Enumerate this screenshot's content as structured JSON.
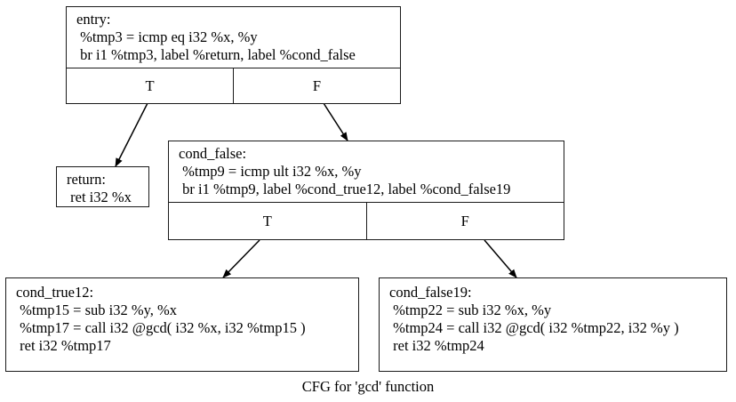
{
  "graph": {
    "caption": "CFG for 'gcd' function",
    "nodes": {
      "entry": {
        "lines": [
          "entry:",
          " %tmp3 = icmp eq i32 %x, %y",
          " br i1 %tmp3, label %return, label %cond_false"
        ],
        "ports": [
          "T",
          "F"
        ]
      },
      "return": {
        "lines": [
          "return:",
          " ret i32 %x"
        ],
        "ports": []
      },
      "cond_false": {
        "lines": [
          "cond_false:",
          " %tmp9 = icmp ult i32 %x, %y",
          " br i1 %tmp9, label %cond_true12, label %cond_false19"
        ],
        "ports": [
          "T",
          "F"
        ]
      },
      "cond_true12": {
        "lines": [
          "cond_true12:",
          " %tmp15 = sub i32 %y, %x",
          " %tmp17 = call i32 @gcd( i32 %x, i32 %tmp15 )",
          " ret i32 %tmp17"
        ],
        "ports": []
      },
      "cond_false19": {
        "lines": [
          "cond_false19:",
          " %tmp22 = sub i32 %x, %y",
          " %tmp24 = call i32 @gcd( i32 %tmp22, i32 %y )",
          " ret i32 %tmp24"
        ],
        "ports": []
      }
    },
    "edges": [
      {
        "from": "entry",
        "fromPort": "T",
        "to": "return"
      },
      {
        "from": "entry",
        "fromPort": "F",
        "to": "cond_false"
      },
      {
        "from": "cond_false",
        "fromPort": "T",
        "to": "cond_true12"
      },
      {
        "from": "cond_false",
        "fromPort": "F",
        "to": "cond_false19"
      }
    ],
    "colors": {
      "border": "#1a1a1a",
      "background": "#ffffff",
      "text": "#000000",
      "edge": "#000000"
    }
  }
}
